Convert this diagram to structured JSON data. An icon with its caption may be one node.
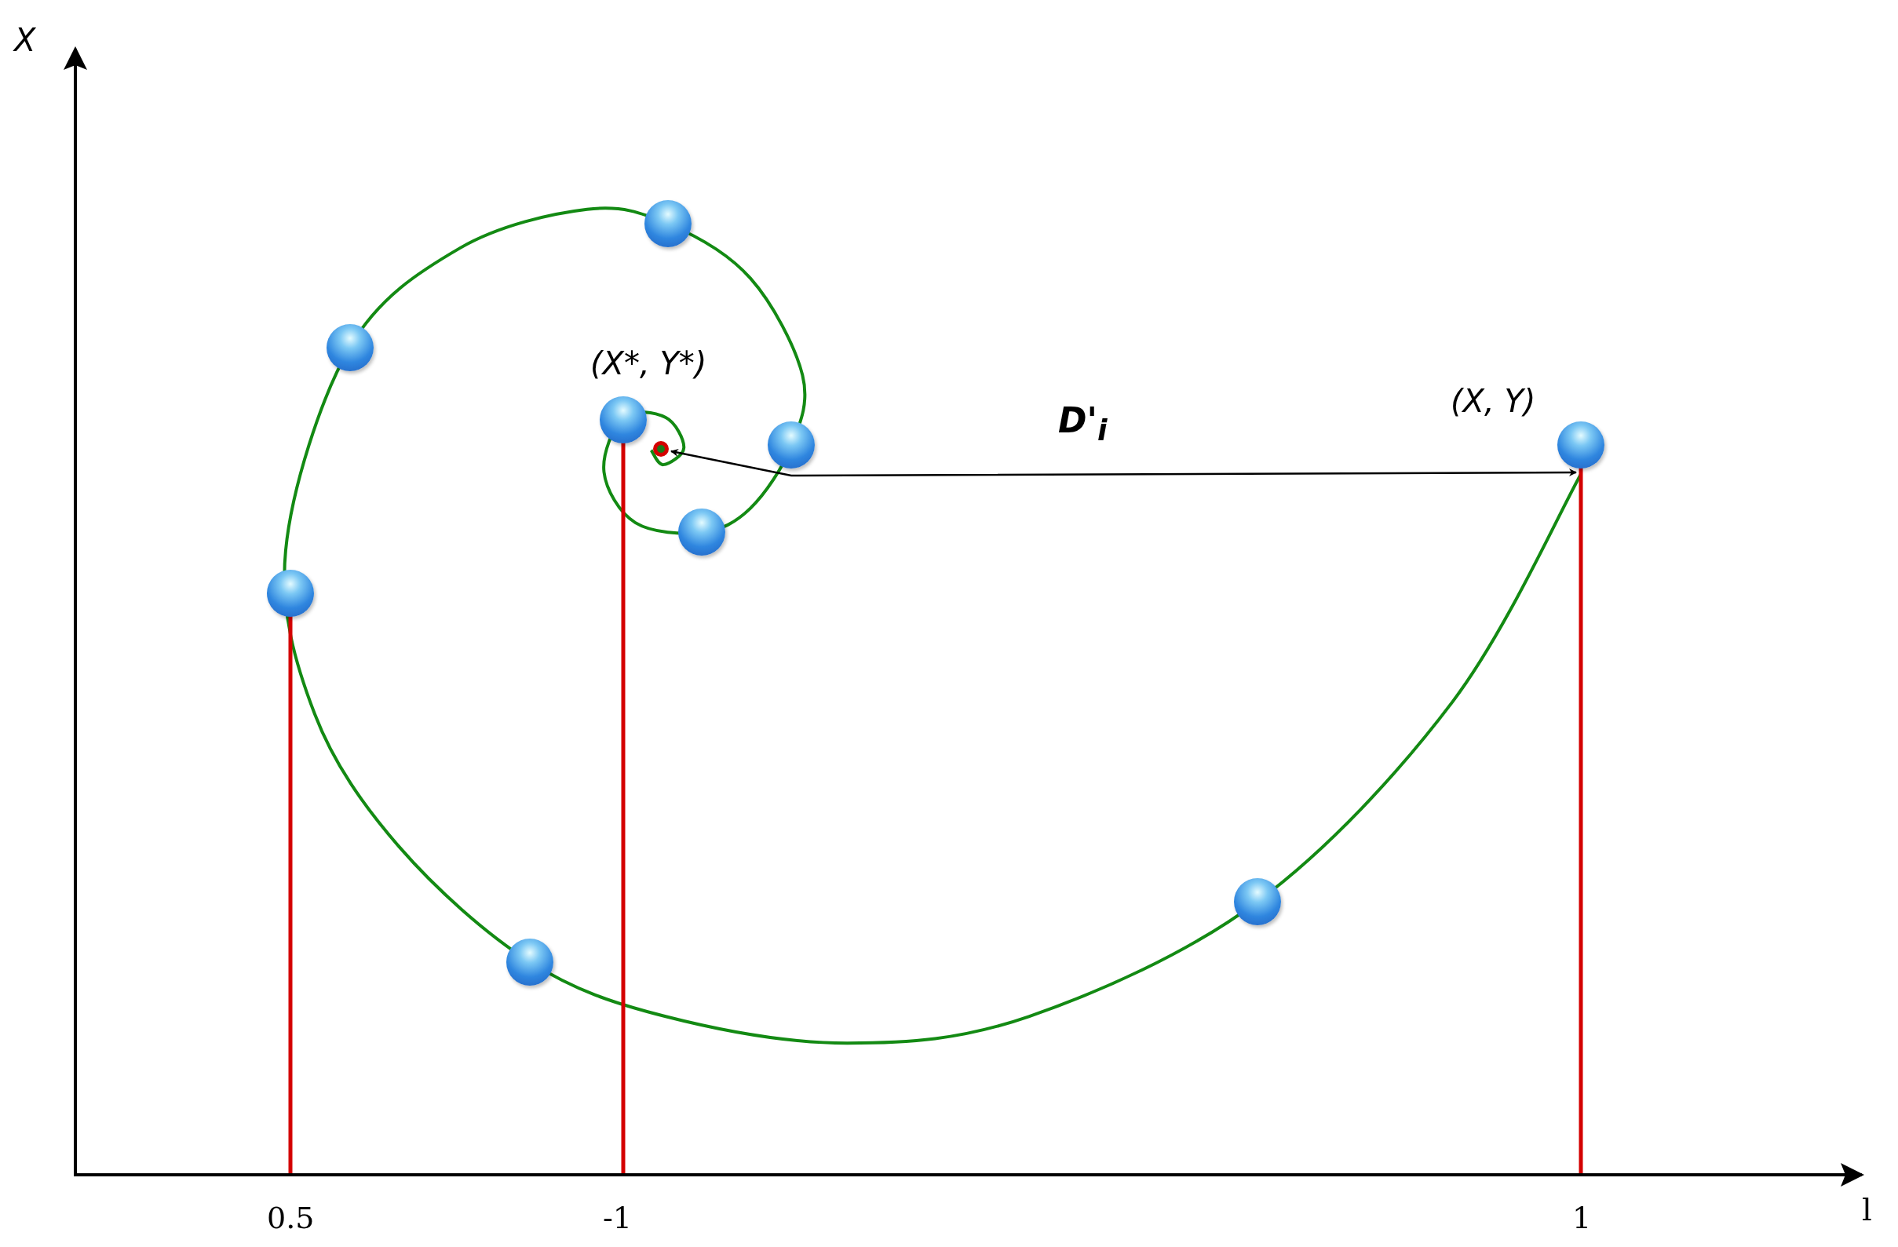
{
  "diagram": {
    "nodes": [
      {
        "text": [],
        "shape": "circle"
      },
      {
        "text": [],
        "shape": "circle"
      },
      {
        "text": [],
        "shape": "circle"
      },
      {
        "text": [],
        "shape": "circle",
        "beside": [
          "(X*, Y*)"
        ]
      },
      {
        "text": [],
        "shape": "circle"
      },
      {
        "text": [],
        "shape": "circle"
      },
      {
        "text": [],
        "shape": "circle"
      },
      {
        "text": [],
        "shape": "circle"
      },
      {
        "text": [],
        "shape": "circle"
      },
      {
        "text": [],
        "shape": "circle",
        "beside": [
          "(X, Y)"
        ]
      }
    ],
    "edges": [
      {
        "from": 4,
        "to": 9,
        "arrow": "both",
        "label": "D'$_{i}$"
      }
    ],
    "labels": [
      "X",
      "0.5",
      "-1",
      "1",
      "l"
    ]
  }
}
